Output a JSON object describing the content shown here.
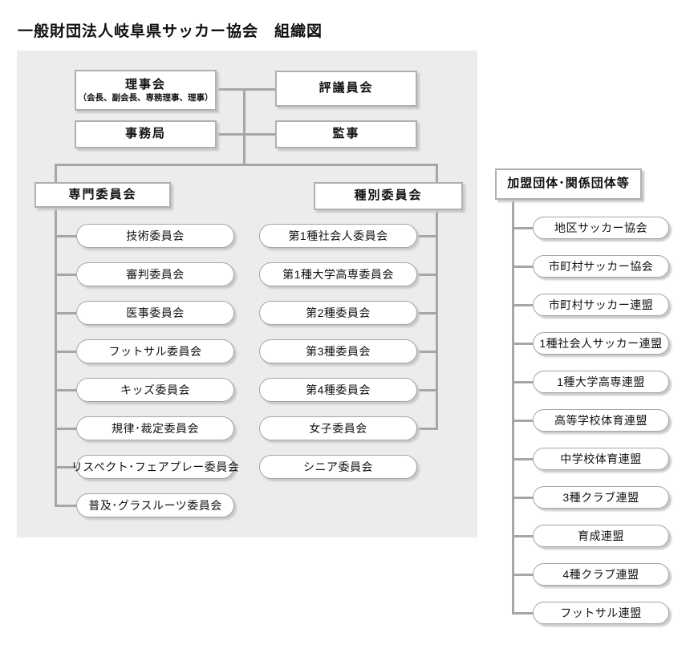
{
  "title": "一般財団法人岐阜県サッカー協会　組織図",
  "org": {
    "board": {
      "label": "理事会",
      "sub": "（会長、副会長、専務理事、理事）"
    },
    "councilors": {
      "label": "評議員会"
    },
    "secretariat": {
      "label": "事務局"
    },
    "auditors": {
      "label": "監事"
    },
    "special": {
      "label": "専門委員会",
      "items": [
        "技術委員会",
        "審判委員会",
        "医事委員会",
        "フットサル委員会",
        "キッズ委員会",
        "規律･裁定委員会",
        "リスペクト･フェアプレー委員会",
        "普及･グラスルーツ委員会"
      ]
    },
    "category": {
      "label": "種別委員会",
      "items": [
        "第1種社会人委員会",
        "第1種大学高専委員会",
        "第2種委員会",
        "第3種委員会",
        "第4種委員会",
        "女子委員会",
        "シニア委員会"
      ]
    },
    "affiliates": {
      "label": "加盟団体･関係団体等",
      "items": [
        "地区サッカー協会",
        "市町村サッカー協会",
        "市町村サッカー連盟",
        "1種社会人サッカー連盟",
        "1種大学高専連盟",
        "高等学校体育連盟",
        "中学校体育連盟",
        "3種クラブ連盟",
        "育成連盟",
        "4種クラブ連盟",
        "フットサル連盟"
      ]
    }
  },
  "colors": {
    "panel_bg": "#ececec",
    "line": "#a6a6a6",
    "box_border": "#b0b0b0",
    "shadow": "#c9c9c9",
    "text": "#111111"
  }
}
